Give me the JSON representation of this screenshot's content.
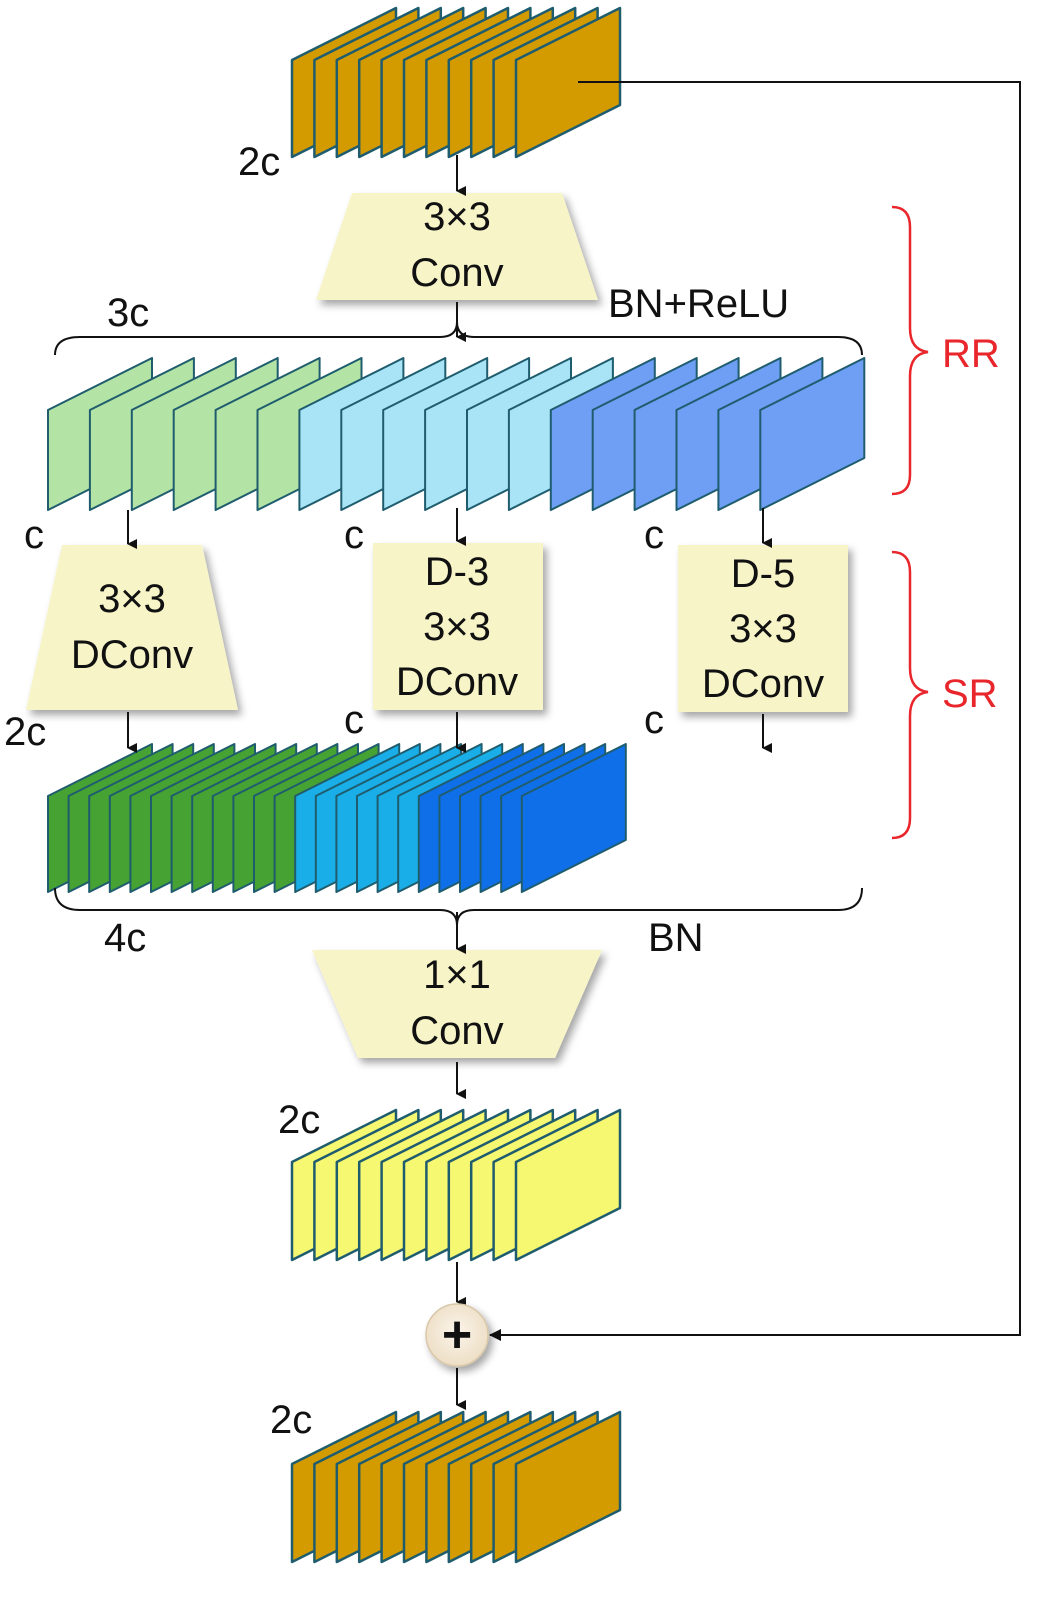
{
  "input_stack": {
    "channels": "2c"
  },
  "conv1": {
    "line1": "3×3",
    "line2": "Conv"
  },
  "rr_stack": {
    "channels": "3c",
    "post": "BN+ReLU"
  },
  "branch_labels": {
    "left": "c",
    "middle": "c",
    "right": "c"
  },
  "branch_left": {
    "line1": "3×3",
    "line2": "DConv",
    "out_channels": "2c"
  },
  "branch_middle": {
    "line1": "D-3",
    "line2": "3×3",
    "line3": "DConv",
    "out_channels": "c"
  },
  "branch_right": {
    "line1": "D-5",
    "line2": "3×3",
    "line3": "DConv",
    "out_channels": "c"
  },
  "sr_stack": {
    "channels": "4c",
    "post": "BN"
  },
  "conv2": {
    "line1": "1×1",
    "line2": "Conv"
  },
  "yellow_stack": {
    "channels": "2c"
  },
  "add_node": {
    "symbol": "+"
  },
  "output_stack": {
    "channels": "2c"
  },
  "brackets": {
    "rr": "RR",
    "sr": "SR"
  },
  "colors": {
    "gold": "#d49b00",
    "light_green": "#b4e3a6",
    "light_cyan": "#a8e4f6",
    "light_blue": "#6e9ff5",
    "dark_green": "#46a232",
    "mid_cyan": "#1aaee8",
    "deep_blue": "#0f6fe8",
    "yellow": "#f7f871",
    "op_fill": "#f7f4c8",
    "bracket_red": "#e8262b",
    "edge": "#1f5d6e"
  }
}
